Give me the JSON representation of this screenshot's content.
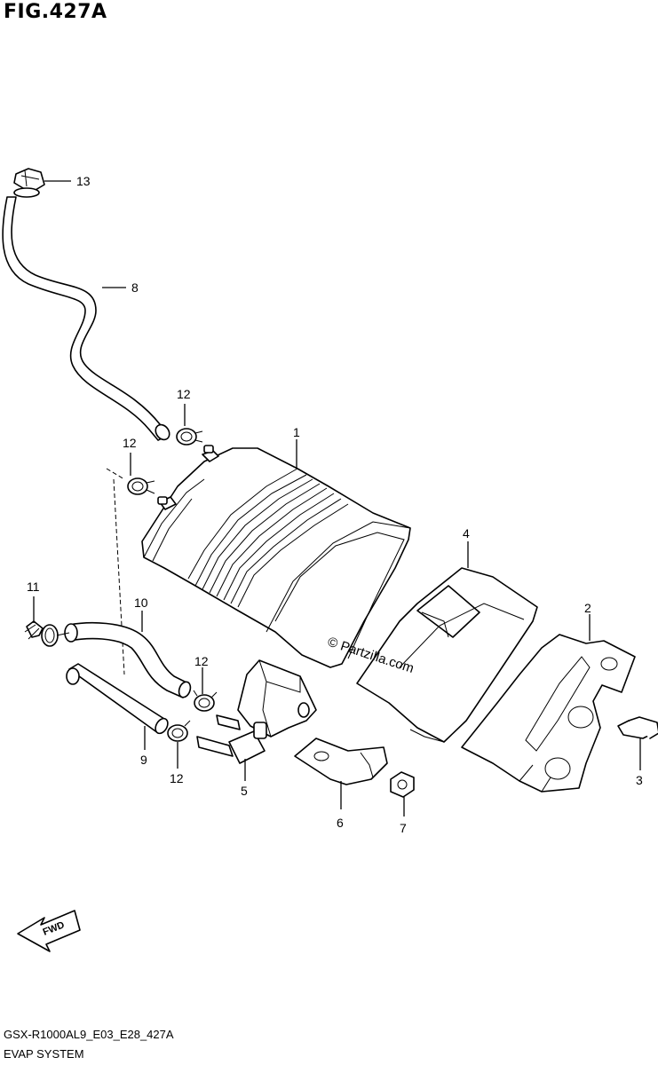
{
  "figure": {
    "title": "FIG.427A",
    "code": "GSX-R1000AL9_E03_E28_427A",
    "caption": "EVAP SYSTEM",
    "watermark": "© Partzilla.com",
    "fwd_label": "FWD"
  },
  "callouts": {
    "c1": "1",
    "c2": "2",
    "c3": "3",
    "c4": "4",
    "c5": "5",
    "c6": "6",
    "c7": "7",
    "c8": "8",
    "c9": "9",
    "c10": "10",
    "c11": "11",
    "c12a": "12",
    "c12b": "12",
    "c12c": "12",
    "c12d": "12",
    "c13": "13"
  }
}
